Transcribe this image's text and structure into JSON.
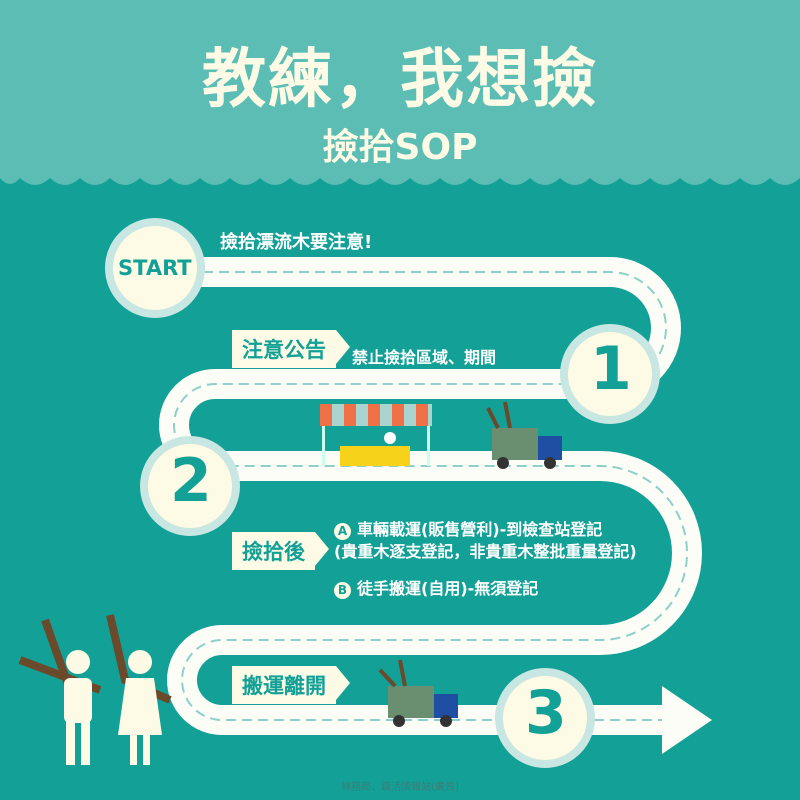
{
  "header": {
    "title": "教練，我想撿",
    "subtitle": "撿拾SOP"
  },
  "start": {
    "label": "START",
    "caption": "撿拾漂流木要注意!"
  },
  "steps": [
    {
      "number": "1",
      "label": "注意公告",
      "text": "禁止撿拾區域、期間"
    },
    {
      "number": "2",
      "label": "撿拾後",
      "options": [
        {
          "badge": "A",
          "line1": "車輛載運(販售營利)-到檢查站登記",
          "line2": "(貴重木逐支登記，非貴重木整批重量登記)"
        },
        {
          "badge": "B",
          "line1": "徒手搬運(自用)-無須登記"
        }
      ]
    },
    {
      "number": "3",
      "label": "搬運離開"
    }
  ],
  "footer": "林務局．森活情報站(廣告)",
  "colors": {
    "background": "#13a096",
    "header": "#5bbdb4",
    "cream": "#fdfbe5",
    "awning": "#f07048",
    "counter": "#f7d21a",
    "truck": "#1e4fa3"
  }
}
